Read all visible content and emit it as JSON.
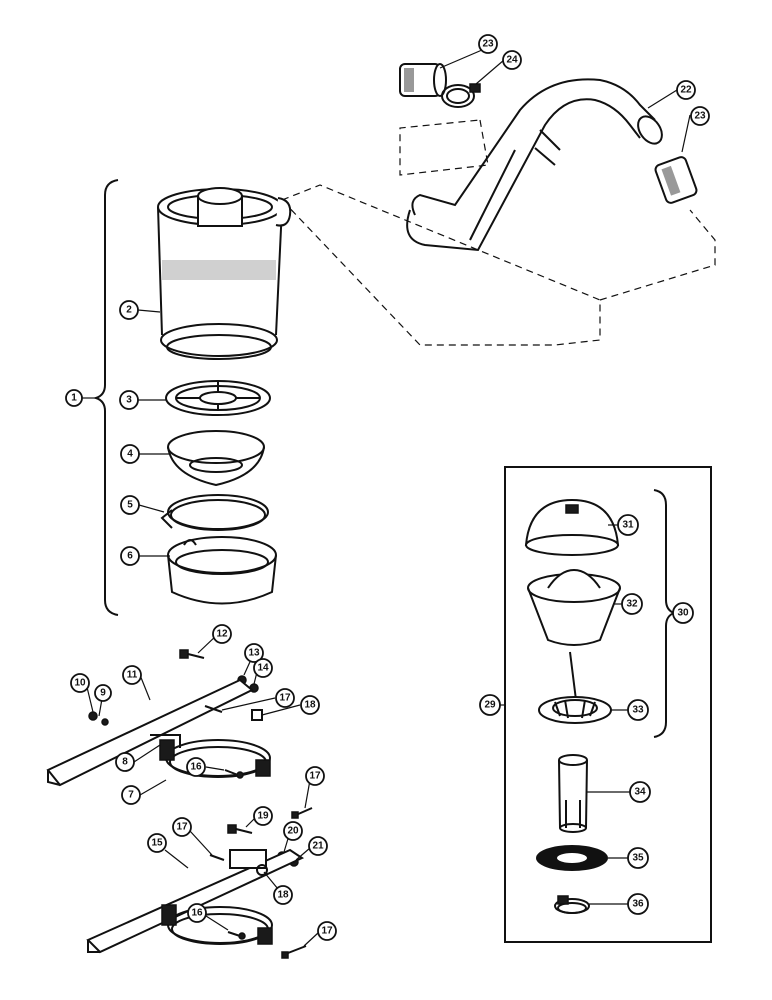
{
  "callouts": [
    {
      "id": "c1",
      "label": "1"
    },
    {
      "id": "c2",
      "label": "2"
    },
    {
      "id": "c3",
      "label": "3"
    },
    {
      "id": "c4",
      "label": "4"
    },
    {
      "id": "c5",
      "label": "5"
    },
    {
      "id": "c6",
      "label": "6"
    },
    {
      "id": "c7",
      "label": "7"
    },
    {
      "id": "c8",
      "label": "8"
    },
    {
      "id": "c9",
      "label": "9"
    },
    {
      "id": "c10",
      "label": "10"
    },
    {
      "id": "c11",
      "label": "11"
    },
    {
      "id": "c12",
      "label": "12"
    },
    {
      "id": "c13",
      "label": "13"
    },
    {
      "id": "c14",
      "label": "14"
    },
    {
      "id": "c15",
      "label": "15"
    },
    {
      "id": "c16a",
      "label": "16"
    },
    {
      "id": "c16b",
      "label": "16"
    },
    {
      "id": "c17a",
      "label": "17"
    },
    {
      "id": "c17b",
      "label": "17"
    },
    {
      "id": "c17c",
      "label": "17"
    },
    {
      "id": "c17d",
      "label": "17"
    },
    {
      "id": "c18a",
      "label": "18"
    },
    {
      "id": "c18b",
      "label": "18"
    },
    {
      "id": "c19",
      "label": "19"
    },
    {
      "id": "c20",
      "label": "20"
    },
    {
      "id": "c21",
      "label": "21"
    },
    {
      "id": "c22",
      "label": "22"
    },
    {
      "id": "c23a",
      "label": "23"
    },
    {
      "id": "c23b",
      "label": "23"
    },
    {
      "id": "c24",
      "label": "24"
    },
    {
      "id": "c29",
      "label": "29"
    },
    {
      "id": "c30",
      "label": "30"
    },
    {
      "id": "c31",
      "label": "31"
    },
    {
      "id": "c32",
      "label": "32"
    },
    {
      "id": "c33",
      "label": "33"
    },
    {
      "id": "c34",
      "label": "34"
    },
    {
      "id": "c35",
      "label": "35"
    },
    {
      "id": "c36",
      "label": "36"
    }
  ]
}
